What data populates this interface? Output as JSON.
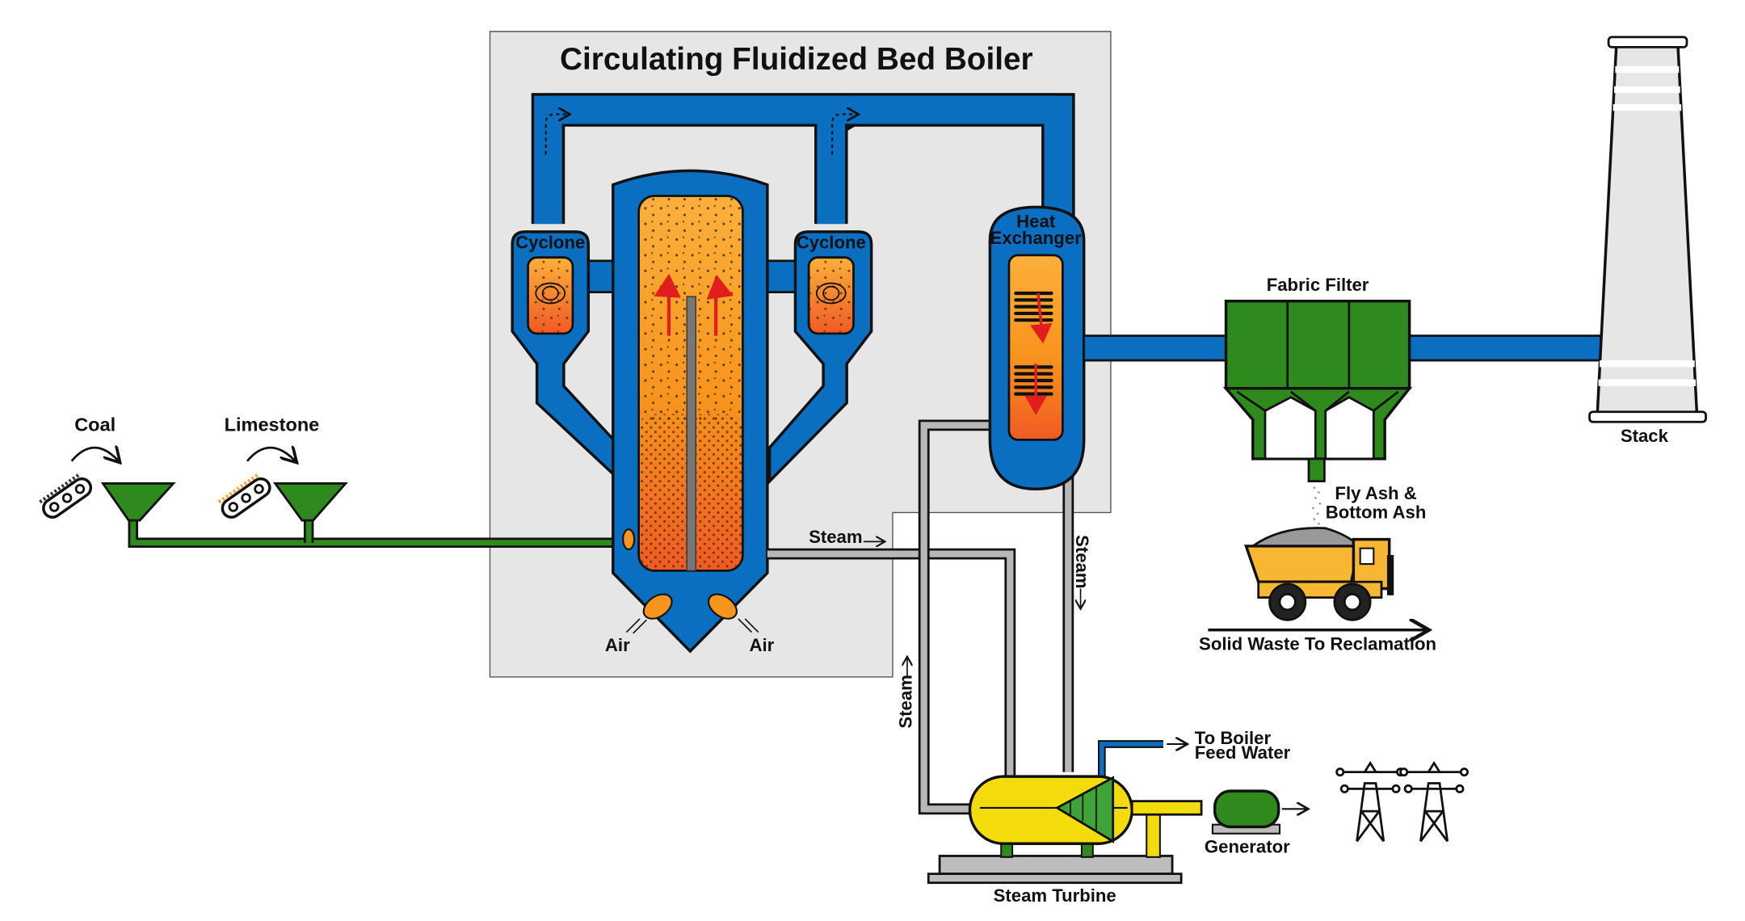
{
  "title": "Circulating Fluidized Bed Boiler",
  "labels": {
    "coal": "Coal",
    "limestone": "Limestone",
    "cyclone_left": "Cyclone",
    "cyclone_right": "Cyclone",
    "heat_exchanger_line1": "Heat",
    "heat_exchanger_line2": "Exchanger",
    "air_left": "Air",
    "air_right": "Air",
    "steam_horizontal": "Steam",
    "steam_vertical_left": "Steam",
    "steam_vertical_right": "Steam",
    "fabric_filter": "Fabric Filter",
    "stack": "Stack",
    "fly_ash_line1": "Fly Ash &",
    "fly_ash_line2": "Bottom Ash",
    "solid_waste": "Solid Waste To Reclamation",
    "to_boiler_line1": "To Boiler",
    "to_boiler_line2": "Feed Water",
    "generator": "Generator",
    "steam_turbine": "Steam Turbine"
  },
  "colors": {
    "boiler_blue": "#0b6fc1",
    "fire_orange": "#f7a533",
    "fire_red": "#f35b1f",
    "feed_green": "#2f8a1e",
    "turbine_yellow": "#f4dc0c",
    "panel_gray": "#e6e6e6",
    "pipe_gray": "#b7b7b7"
  },
  "icons": [
    "coal-conveyor-icon",
    "limestone-conveyor-icon",
    "hopper-icon",
    "dump-truck-icon",
    "transmission-tower-icon",
    "generator-icon"
  ]
}
